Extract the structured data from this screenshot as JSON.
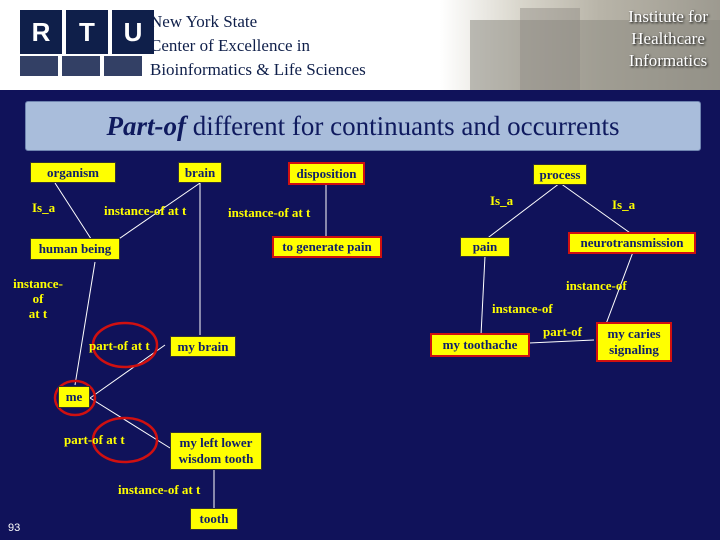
{
  "header": {
    "logo_letters": [
      "R",
      "T",
      "U"
    ],
    "left_lines": [
      "New York State",
      "Center of Excellence in",
      "Bioinformatics & Life Sciences"
    ],
    "right_lines": [
      "Institute for",
      "Healthcare",
      "Informatics"
    ]
  },
  "slide": {
    "title_italic": "Part-of",
    "title_rest": " different for continuants and occurrents",
    "number": "93"
  },
  "nodes": {
    "organism": "organism",
    "brain": "brain",
    "disposition": "disposition",
    "process": "process",
    "human_being": "human being",
    "to_generate_pain": "to generate pain",
    "pain": "pain",
    "neurotransmission": "neurotransmission",
    "my_brain": "my brain",
    "my_toothache": "my toothache",
    "my_caries_signaling": "my caries signaling",
    "me": "me",
    "my_left_lower_wisdom_tooth": "my left lower wisdom tooth",
    "tooth": "tooth"
  },
  "labels": {
    "is_a_1": "Is_a",
    "instance_of_at_t_1": "instance-of at t",
    "instance_of_at_t_2": "instance-of at t",
    "is_a_2": "Is_a",
    "is_a_3": "Is_a",
    "instance_of_at_t_3": "instance-\nof\nat t",
    "instance_of_1": "instance-of",
    "instance_of_2": "instance-of",
    "part_of_at_t_1": "part-of at t",
    "part_of": "part-of",
    "part_of_at_t_2": "part-of at t",
    "instance_of_at_t_4": "instance-of at t"
  },
  "colors": {
    "background": "#10125a",
    "node_fill": "#ffff00",
    "node_text": "#0f1f6a",
    "highlight_ring": "#d01010",
    "line": "#ffffff"
  }
}
